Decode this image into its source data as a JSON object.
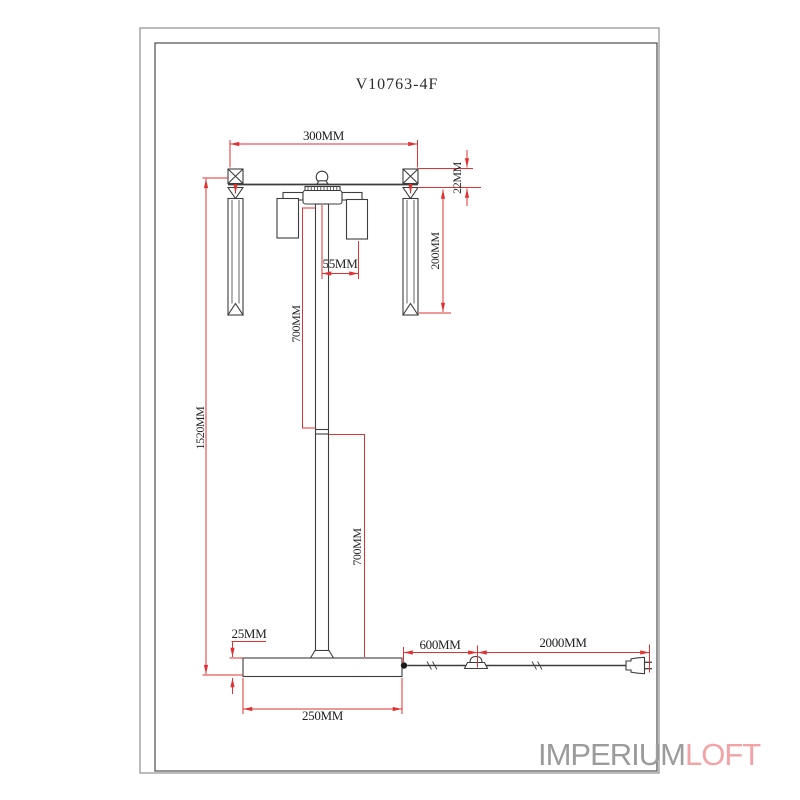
{
  "title": "V10763-4F",
  "brand": {
    "primary": "IMPERIUM",
    "accent": "LOFT"
  },
  "dims": {
    "span": "300MM",
    "holder_height": "22MM",
    "crystal_length": "200MM",
    "shade_offset": "55MM",
    "upper_pole": "700MM",
    "lower_pole": "700MM",
    "total_height": "1520MM",
    "base_thickness": "25MM",
    "base_diameter": "250MM",
    "cord_to_switch": "600MM",
    "cord_to_plug": "2000MM"
  },
  "colors": {
    "dimension_red": "#e03232",
    "drawing_outline": "#3d3d3d",
    "frame_outer": "#8f8f8f",
    "frame_inner": "#4c4c4c",
    "brand_primary": "#9b9b9b",
    "brand_accent": "#f2a3a6"
  }
}
